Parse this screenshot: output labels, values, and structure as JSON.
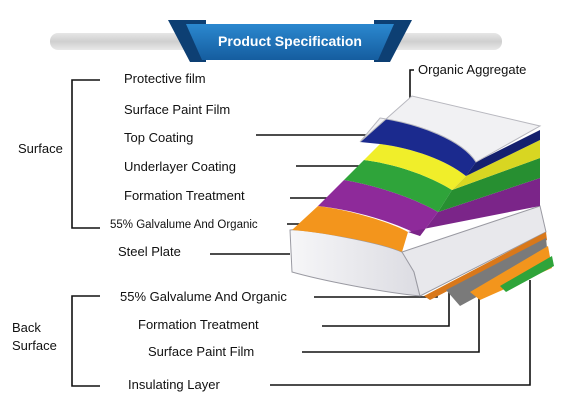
{
  "banner": {
    "title": "Product Specification"
  },
  "groups": {
    "surface": "Surface",
    "back_surface_1": "Back",
    "back_surface_2": "Surface"
  },
  "top_right_label": "Organic Aggregate",
  "surface_layers": [
    "Protective film",
    "Surface Paint Film",
    "Top Coating",
    "Underlayer Coating",
    "Formation Treatment",
    "55% Galvalume And Organic"
  ],
  "core": "Steel Plate",
  "back_layers": [
    "55% Galvalume And Organic",
    "Formation Treatment",
    "Surface Paint Film",
    "Insulating Layer"
  ],
  "colors": {
    "banner_blue": "#1f73b8",
    "banner_dark": "#0d3f73",
    "bar_gray": "#d4d4d4",
    "navy": "#1b2a8e",
    "yellow": "#f0ee2a",
    "green": "#2fa43a",
    "purple": "#8e2a9a",
    "orange": "#f3951c",
    "steel": "#ededf0",
    "gray_band": "#7a7a7a"
  }
}
